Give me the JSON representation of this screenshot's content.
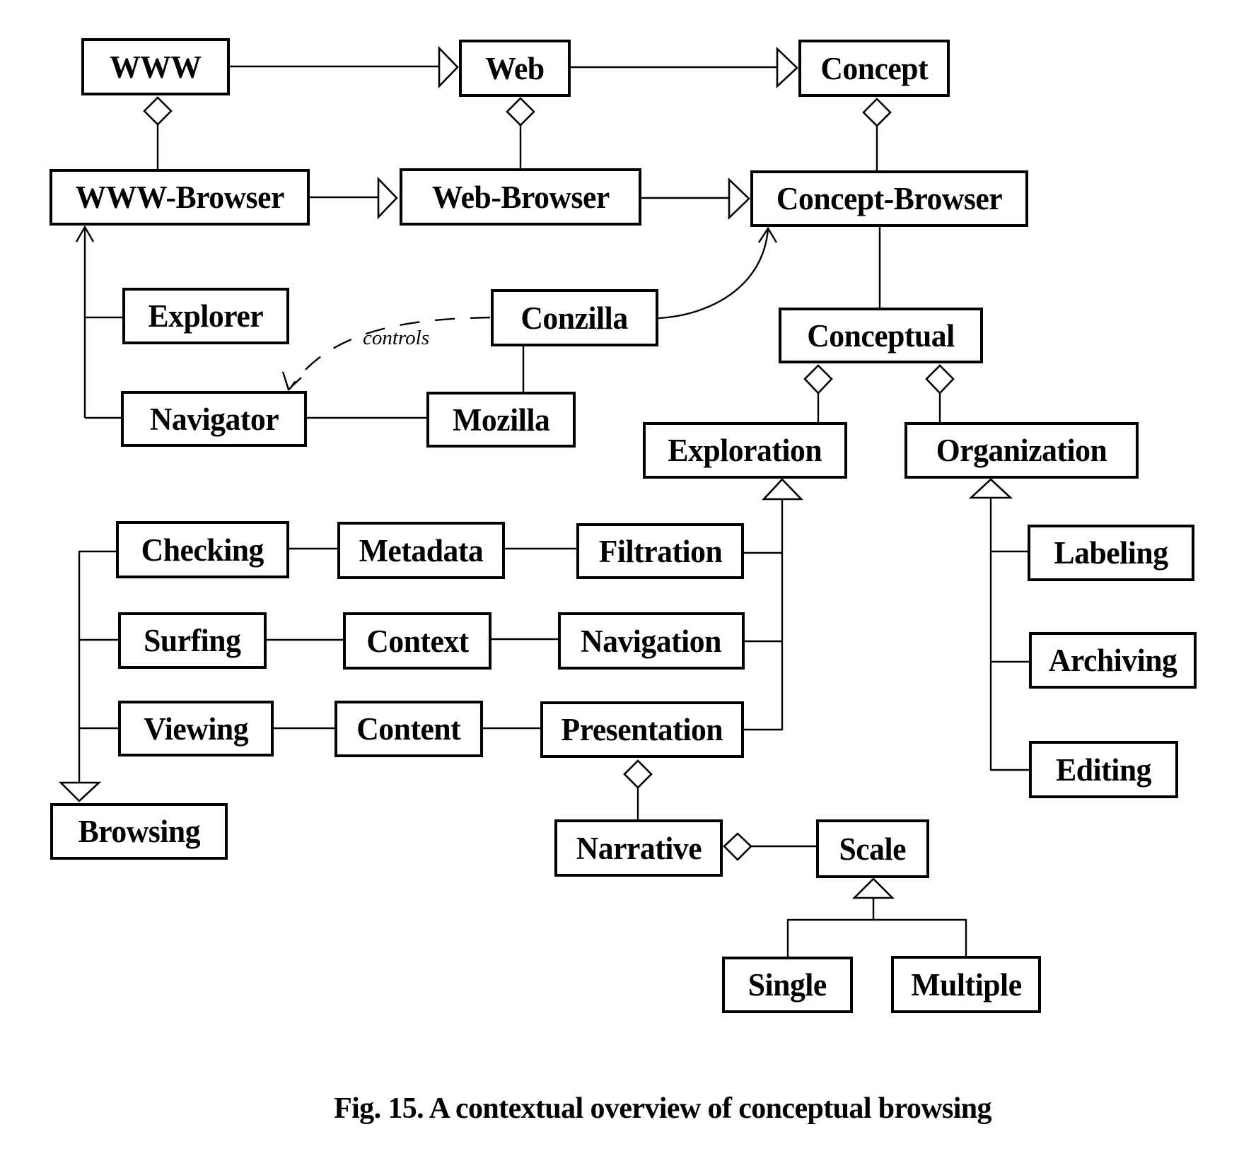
{
  "figure": {
    "caption": "Fig. 15. A contextual overview of conceptual browsing",
    "notation": "UML class diagram"
  },
  "classes": {
    "www": "WWW",
    "web": "Web",
    "concept": "Concept",
    "www_browser": "WWW-Browser",
    "web_browser": "Web-Browser",
    "concept_browser": "Concept-Browser",
    "explorer": "Explorer",
    "conzilla": "Conzilla",
    "conceptual": "Conceptual",
    "navigator": "Navigator",
    "mozilla": "Mozilla",
    "exploration": "Exploration",
    "organization": "Organization",
    "checking": "Checking",
    "metadata": "Metadata",
    "filtration": "Filtration",
    "labeling": "Labeling",
    "surfing": "Surfing",
    "context": "Context",
    "navigation": "Navigation",
    "archiving": "Archiving",
    "viewing": "Viewing",
    "content": "Content",
    "presentation": "Presentation",
    "editing": "Editing",
    "browsing": "Browsing",
    "narrative": "Narrative",
    "scale": "Scale",
    "single": "Single",
    "multiple": "Multiple"
  },
  "edge_labels": {
    "controls": "controls"
  },
  "relationships": [
    {
      "from": "WWW",
      "to": "Web",
      "type": "generalization"
    },
    {
      "from": "Web",
      "to": "Concept",
      "type": "generalization"
    },
    {
      "from": "WWW-Browser",
      "to": "Web-Browser",
      "type": "generalization"
    },
    {
      "from": "Web-Browser",
      "to": "Concept-Browser",
      "type": "generalization"
    },
    {
      "from": "WWW-Browser",
      "to": "WWW",
      "type": "aggregation"
    },
    {
      "from": "Web-Browser",
      "to": "Web",
      "type": "aggregation"
    },
    {
      "from": "Concept-Browser",
      "to": "Concept",
      "type": "aggregation"
    },
    {
      "from": "Explorer",
      "to": "WWW-Browser",
      "type": "navigable-association"
    },
    {
      "from": "Navigator",
      "to": "WWW-Browser",
      "type": "navigable-association"
    },
    {
      "from": "Conzilla",
      "to": "Concept-Browser",
      "type": "navigable-association"
    },
    {
      "from": "Conzilla",
      "to": "Navigator",
      "type": "dependency",
      "label": "controls"
    },
    {
      "from": "Conzilla",
      "to": "Mozilla",
      "type": "association"
    },
    {
      "from": "Navigator",
      "to": "Mozilla",
      "type": "association"
    },
    {
      "from": "Concept-Browser",
      "to": "Conceptual",
      "type": "association"
    },
    {
      "from": "Exploration",
      "to": "Conceptual",
      "type": "aggregation"
    },
    {
      "from": "Organization",
      "to": "Conceptual",
      "type": "aggregation"
    },
    {
      "from": "Filtration",
      "to": "Exploration",
      "type": "generalization"
    },
    {
      "from": "Navigation",
      "to": "Exploration",
      "type": "generalization"
    },
    {
      "from": "Presentation",
      "to": "Exploration",
      "type": "generalization"
    },
    {
      "from": "Labeling",
      "to": "Organization",
      "type": "generalization"
    },
    {
      "from": "Archiving",
      "to": "Organization",
      "type": "generalization"
    },
    {
      "from": "Editing",
      "to": "Organization",
      "type": "generalization"
    },
    {
      "from": "Checking",
      "to": "Browsing",
      "type": "generalization"
    },
    {
      "from": "Surfing",
      "to": "Browsing",
      "type": "generalization"
    },
    {
      "from": "Viewing",
      "to": "Browsing",
      "type": "generalization"
    },
    {
      "from": "Checking",
      "to": "Metadata",
      "type": "association"
    },
    {
      "from": "Metadata",
      "to": "Filtration",
      "type": "association"
    },
    {
      "from": "Surfing",
      "to": "Context",
      "type": "association"
    },
    {
      "from": "Context",
      "to": "Navigation",
      "type": "association"
    },
    {
      "from": "Viewing",
      "to": "Content",
      "type": "association"
    },
    {
      "from": "Content",
      "to": "Presentation",
      "type": "association"
    },
    {
      "from": "Narrative",
      "to": "Presentation",
      "type": "aggregation"
    },
    {
      "from": "Scale",
      "to": "Narrative",
      "type": "aggregation"
    },
    {
      "from": "Single",
      "to": "Scale",
      "type": "generalization"
    },
    {
      "from": "Multiple",
      "to": "Scale",
      "type": "generalization"
    }
  ]
}
